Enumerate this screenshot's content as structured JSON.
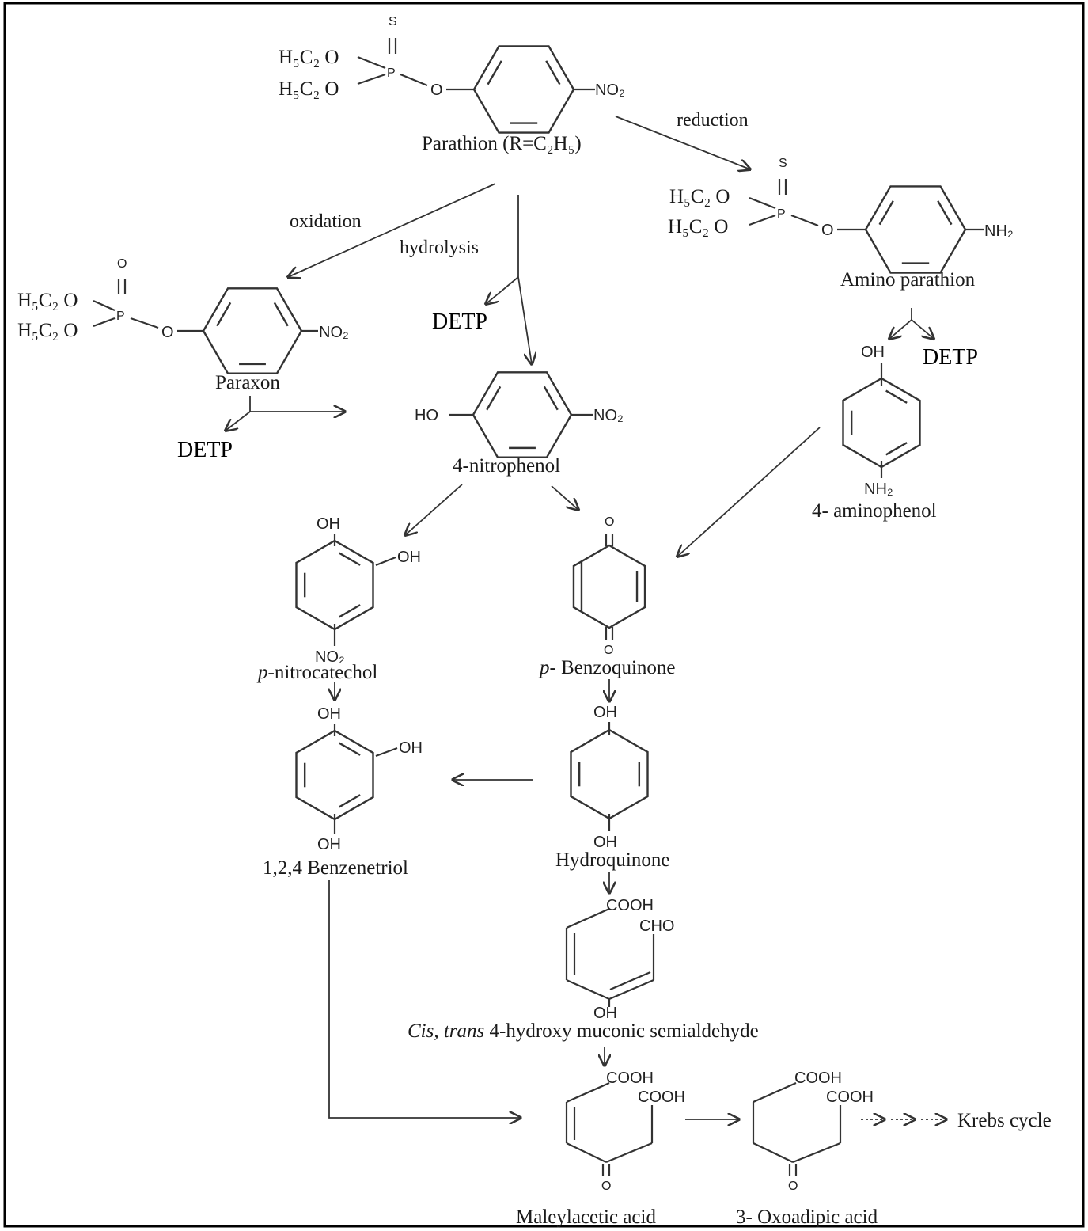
{
  "compounds": {
    "parathion": "Parathion (R=C₂H₅)",
    "amino_parathion": "Amino parathion",
    "paraxon": "Paraxon",
    "nitrophenol": "4-nitrophenol",
    "aminophenol": "4- aminophenol",
    "nitrocatechol_prefix": "p",
    "nitrocatechol_rest": "-nitrocatechol",
    "benzoquinone_prefix": "p-",
    "benzoquinone_rest": " Benzoquinone",
    "benzenetriol": "1,2,4 Benzenetriol",
    "hydroquinone": "Hydroquinone",
    "muconic_prefix": "Cis, trans",
    "muconic_rest": " 4-hydroxy muconic semialdehyde",
    "maleylacetic": "Maleylacetic acid",
    "oxoadipic": "3- Oxoadipic acid",
    "krebs": "Krebs cycle"
  },
  "reactions": {
    "reduction": "reduction",
    "oxidation": "oxidation",
    "hydrolysis": "hydrolysis"
  },
  "byproduct": "DETP",
  "groups": {
    "ethoxy": "H₅C₂ O",
    "phosphorus": "P",
    "sulfur": "S",
    "oxygen": "O",
    "nitro": "NO₂",
    "amino": "NH₂",
    "hydroxyl": "OH",
    "hydroxyl_left": "HO",
    "carboxyl": "COOH",
    "aldehyde": "CHO"
  }
}
